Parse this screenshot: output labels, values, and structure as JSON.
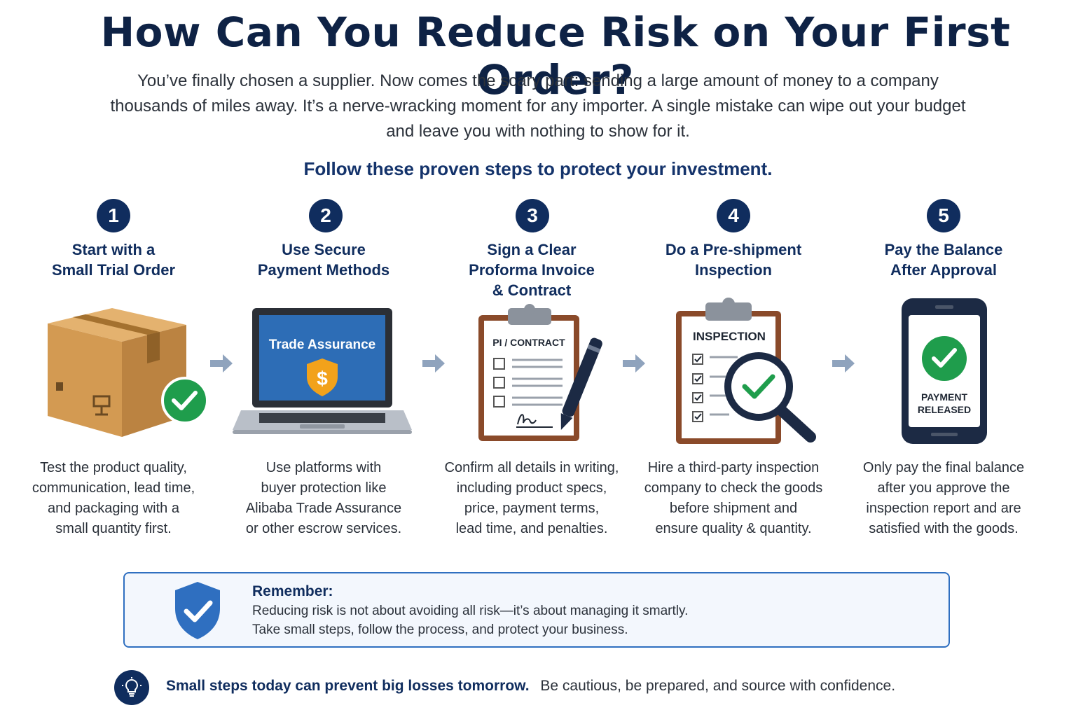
{
  "title": "How Can You Reduce Risk on Your First Order?",
  "intro": "You’ve finally chosen a supplier. Now comes the scary part: sending a large amount of money to a company thousands of miles away. It’s a nerve-wracking moment for any importer. A single mistake can wipe out your budget and leave you with nothing to show for it.",
  "subhead": "Follow these proven steps to protect your investment.",
  "steps": [
    {
      "num": "1",
      "title_line1": "Start with a",
      "title_line2": "Small Trial Order",
      "title_line3": "",
      "desc": [
        "Test the product quality,",
        "communication, lead time,",
        "and packaging with a",
        "small quantity first."
      ],
      "icon": "box-check-icon"
    },
    {
      "num": "2",
      "title_line1": "Use Secure",
      "title_line2": "Payment Methods",
      "title_line3": "",
      "desc": [
        "Use platforms with",
        "buyer protection like",
        "Alibaba Trade Assurance",
        "or other escrow services."
      ],
      "screen_label": "Trade Assurance",
      "screen_symbol": "$",
      "icon": "laptop-shield-icon"
    },
    {
      "num": "3",
      "title_line1": "Sign a Clear",
      "title_line2": "Proforma Invoice",
      "title_line3": "& Contract",
      "desc": [
        "Confirm all details in writing,",
        "including product specs,",
        "price, payment terms,",
        "lead time, and penalties."
      ],
      "doc_label": "PI / CONTRACT",
      "icon": "clipboard-pen-icon"
    },
    {
      "num": "4",
      "title_line1": "Do a Pre-shipment",
      "title_line2": "Inspection",
      "title_line3": "",
      "desc": [
        "Hire a third-party inspection",
        "company to check the goods",
        "before shipment and",
        "ensure quality & quantity."
      ],
      "doc_label": "INSPECTION",
      "icon": "clipboard-magnifier-icon"
    },
    {
      "num": "5",
      "title_line1": "Pay the Balance",
      "title_line2": "After Approval",
      "title_line3": "",
      "desc": [
        "Only pay the final balance",
        "after you approve the",
        "inspection report and are",
        "satisfied with the goods."
      ],
      "screen_line1": "PAYMENT",
      "screen_line2": "RELEASED",
      "icon": "phone-check-icon"
    }
  ],
  "remember": {
    "title": "Remember:",
    "line1": "Reducing risk is not about avoiding all risk—it’s about managing it smartly.",
    "line2": "Take small steps, follow the process, and protect your business."
  },
  "footer": {
    "bold": "Small steps today can prevent big losses tomorrow.",
    "rest": "Be cautious, be prepared, and source with confidence."
  },
  "colors": {
    "navy": "#102d5e",
    "accent_blue": "#2f6fc0",
    "green": "#1f9d4c",
    "box_tan": "#d9a05a",
    "arrow_gray": "#8fa3bd"
  }
}
